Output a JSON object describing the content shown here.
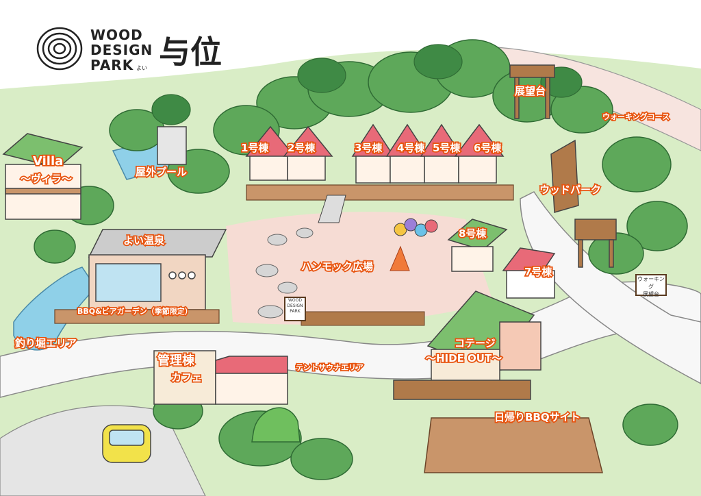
{
  "logo": {
    "line1": "WOOD",
    "line2": "DESIGN",
    "line3": "PARK",
    "kanji": "与位",
    "yomi": "よい"
  },
  "areas": {
    "observation": "展望台",
    "walking_course": "ウォーキングコース",
    "villa_en": "Villa",
    "villa_jp": "～ヴィラ～",
    "outdoor_pool": "屋外プール",
    "wood_park": "ウッドパーク",
    "onsen": "よい温泉",
    "hammock": "ハンモック広場",
    "bbq_beer": "BBQ&ビアガーデン（季節限定）",
    "fishing": "釣り堀エリア",
    "management": "管理棟",
    "cafe": "カフェ",
    "tent_sauna": "テントサウナエリア",
    "cottage": "コテージ",
    "hideout": "～HIDE OUT～",
    "day_bbq": "日帰りBBQサイト"
  },
  "buildings": [
    "1号棟",
    "2号棟",
    "3号棟",
    "4号棟",
    "5号棟",
    "6号棟",
    "8号棟",
    "7号棟"
  ],
  "signs": {
    "wood_design_park": "WOOD DESIGN PARK",
    "observation_sign_1": "ウォーキング",
    "observation_sign_2": "展望台"
  },
  "colors": {
    "tree": "#5ea85a",
    "tree_dark": "#3f8a45",
    "grass": "#cfe8b8",
    "plaza": "#f6dcd4",
    "road": "#f3f3f3",
    "water": "#8fd0e8",
    "roof_red": "#e86a78",
    "roof_green": "#7cbf6e",
    "wood": "#b07a4a",
    "label_stroke": "#e8540f"
  }
}
